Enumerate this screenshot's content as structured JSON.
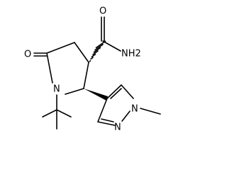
{
  "molecule": {
    "atoms": {
      "carbonyl_oxygen_ring": "O",
      "carbonyl_oxygen_amide": "O",
      "amide_group": "NH2",
      "ring_nitrogen": "N",
      "pyrazole_n_methyl": "N",
      "pyrazole_n2": "N"
    },
    "colors": {
      "bonds": "#000000",
      "labels": "#000000",
      "background": "#ffffff"
    }
  }
}
